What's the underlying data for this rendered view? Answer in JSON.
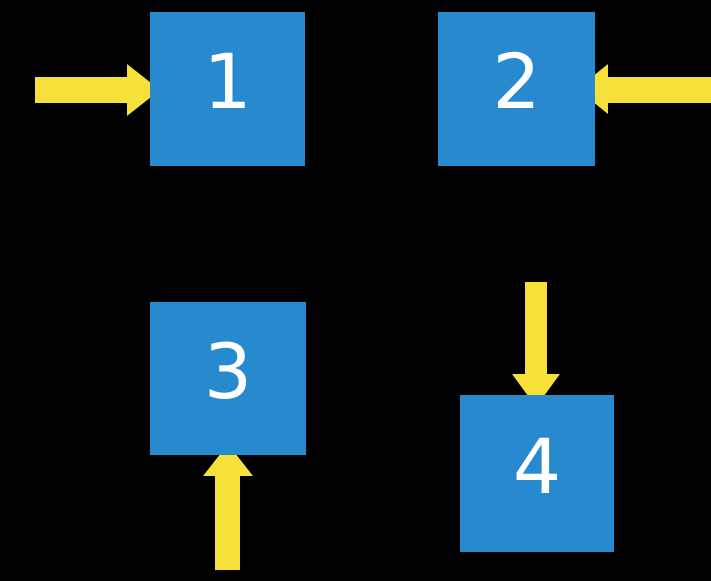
{
  "canvas": {
    "background": "#000000"
  },
  "colors": {
    "box_fill": "#2789CE",
    "arrow_fill": "#F6E13B",
    "label_color": "#FFFFFF"
  },
  "boxes": [
    {
      "label": "1",
      "arrow_direction": "right",
      "arrow_enters_from": "left"
    },
    {
      "label": "2",
      "arrow_direction": "left",
      "arrow_enters_from": "right"
    },
    {
      "label": "3",
      "arrow_direction": "up",
      "arrow_enters_from": "bottom"
    },
    {
      "label": "4",
      "arrow_direction": "down",
      "arrow_enters_from": "top"
    }
  ]
}
